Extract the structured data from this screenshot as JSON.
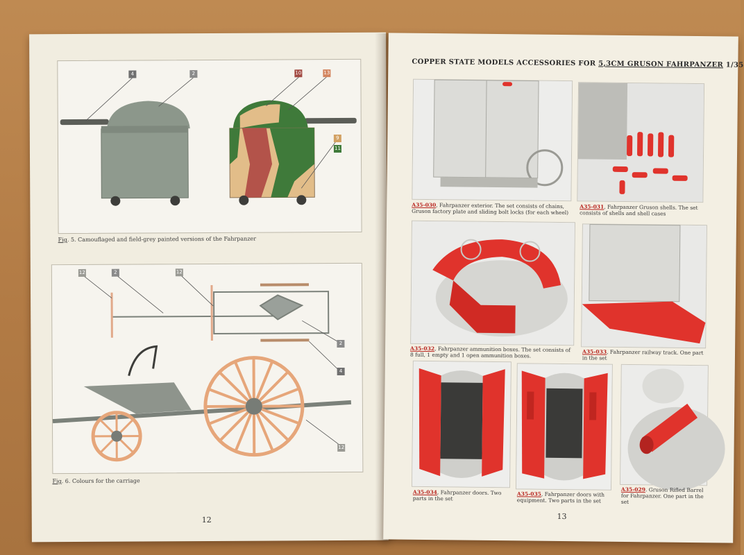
{
  "left_page": {
    "fig5": {
      "caption_label": "Fig",
      "caption_text": ". 5. Camouflaged and field-grey painted versions of the Fahrpanzer",
      "callouts": [
        "4",
        "2",
        "10",
        "13",
        "9",
        "11"
      ],
      "colors": {
        "grey": "#8a8a80",
        "green": "#7a8b6d",
        "camo_red": "#b3534a",
        "camo_tan": "#e2bd89",
        "camo_green": "#3f7a3a",
        "bg": "#f6f4ee"
      }
    },
    "fig6": {
      "caption_label": "Fig",
      "caption_text": ". 6. Colours for the carriage",
      "callouts_top": [
        "12",
        "2",
        "12"
      ],
      "callouts_right": [
        "2",
        "4",
        "12"
      ],
      "colors": {
        "wheel": "#e6a67a",
        "frame": "#8e948c"
      }
    },
    "page_number": "12"
  },
  "right_page": {
    "header": {
      "prefix": "COPPER STATE MODELS ACCESSORIES FOR ",
      "highlight": "5,3CM GRUSON FAHRPANZER",
      "suffix": " 1/35"
    },
    "photos": [
      {
        "code": "A35-030",
        "text": ", Fahrpanzer exterior. The set consists of chains, Gruson factory plate and sliding bolt locks (for each wheel)"
      },
      {
        "code": "A35-031",
        "text": ", Fahrpanzer Gruson shells. The set consists of shells and shell cases"
      },
      {
        "code": "A35-032",
        "text": ", Fahrpanzer ammunition boxes. The set consists of 8 full, 1 empty and 1 open ammunition boxes."
      },
      {
        "code": "A35-033",
        "text": ", Fahrpanzer railway track. One part in the set"
      },
      {
        "code": "A35-034",
        "text": ", Fahrpanzer doors. Two parts in the set"
      },
      {
        "code": "A35-035",
        "text": ", Fahrpanzer doors with equipment. Two parts in the set"
      },
      {
        "code": "A35-029",
        "text": ". Gruson Rifled Barrel for Fahrpanzer. One part in the set"
      }
    ],
    "page_number": "13",
    "colors": {
      "accent_red": "#e0332c",
      "model_grey": "#d9d9d6"
    }
  }
}
